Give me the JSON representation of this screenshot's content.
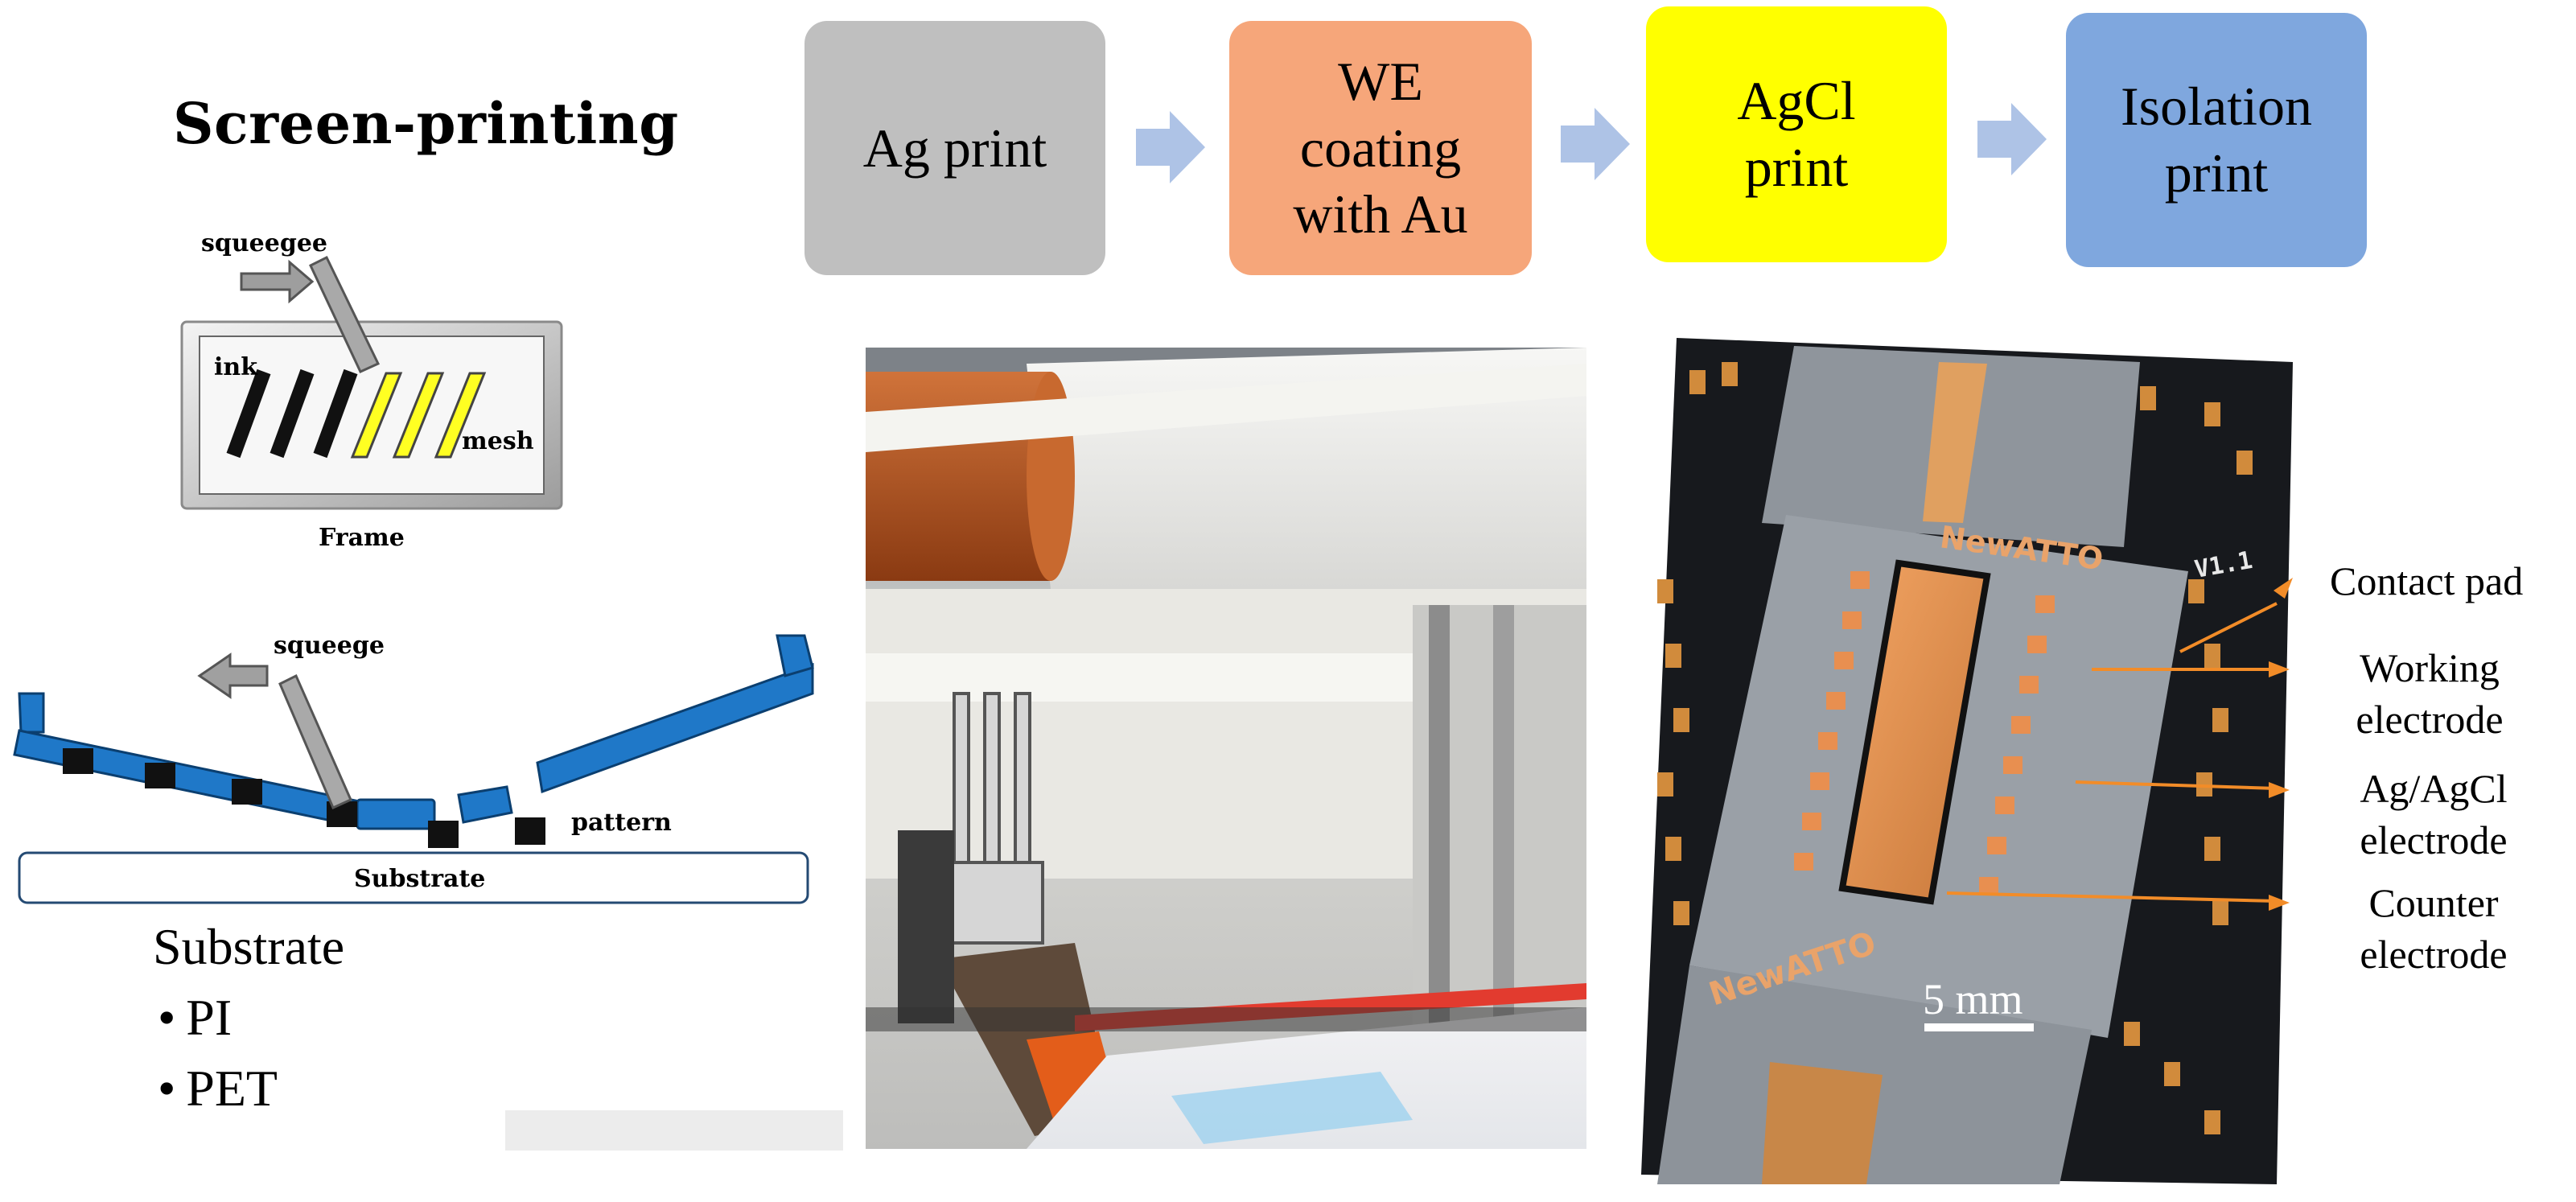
{
  "title": "Screen-printing",
  "process_steps": [
    {
      "label": "Ag print",
      "color": "#bfbfbf"
    },
    {
      "label": "WE coating with Au",
      "color": "#f6a67a"
    },
    {
      "label": "AgCl print",
      "color": "#ffff00"
    },
    {
      "label": "Isolation print",
      "color": "#7fa7de"
    }
  ],
  "arrow_color": "#aec3e6",
  "top_diagram": {
    "squeegee": "squeegee",
    "ink": "ink",
    "mesh": "mesh",
    "frame": "Frame"
  },
  "bottom_diagram": {
    "squeege": "squeege",
    "pattern": "pattern",
    "substrate": "Substrate",
    "blue": "#1f78c8"
  },
  "substrate_list": {
    "heading": "Substrate",
    "items": [
      "PI",
      "PET"
    ]
  },
  "electrode_photo": {
    "brand_main": "NewATTO",
    "brand_lower": "NewATTO",
    "version": "V1.1",
    "scale_bar": "5 mm",
    "annotation_color": "#f28c28"
  },
  "annotations": [
    "Contact pad",
    "Working electrode",
    "Ag/AgCl electrode",
    "Counter electrode"
  ]
}
